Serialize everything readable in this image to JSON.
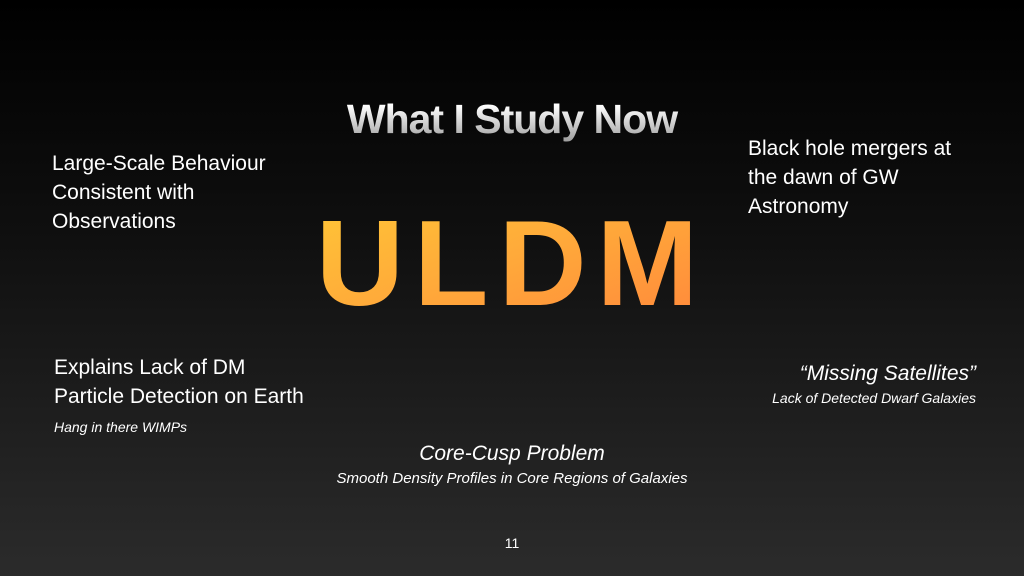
{
  "slide": {
    "title": "What I Study Now",
    "headline": "ULDM",
    "top_left": [
      "Large-Scale Behaviour",
      "Consistent with",
      "Observations"
    ],
    "top_right": [
      "Black hole mergers at",
      "the dawn of GW",
      "Astronomy"
    ],
    "bottom_left": {
      "lines": [
        "Explains Lack of DM",
        "Particle Detection on Earth"
      ],
      "note": "Hang in there WIMPs"
    },
    "bottom_right": {
      "heading": "“Missing Satellites”",
      "note": "Lack of Detected Dwarf Galaxies"
    },
    "bottom_center": {
      "heading": "Core-Cusp Problem",
      "note": "Smooth Density Profiles in Core Regions of Galaxies"
    },
    "page_number": "11"
  },
  "colors": {
    "gradient_start": "#ffe033",
    "gradient_end": "#ff6a3d"
  }
}
